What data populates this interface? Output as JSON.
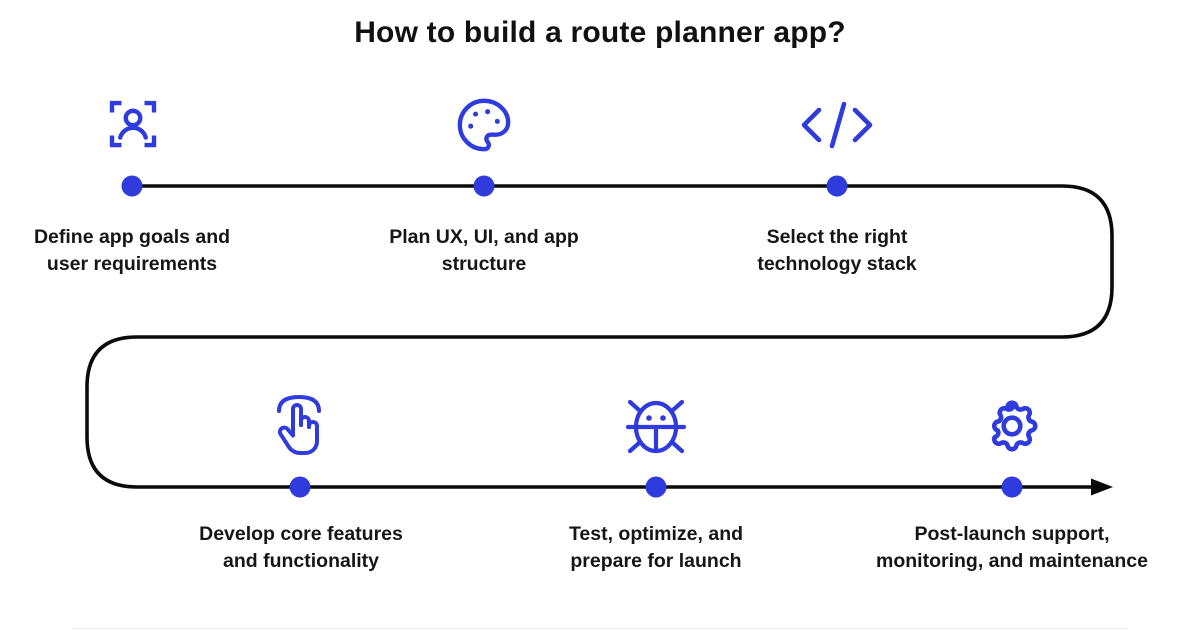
{
  "title": "How to build a route planner app?",
  "colors": {
    "accent_blue": "#2F3BDC",
    "route_line": "#0B0B0B",
    "label_text": "#161616"
  },
  "steps": [
    {
      "icon": "user-scan-icon",
      "line1": "Define app goals and",
      "line2": "user requirements"
    },
    {
      "icon": "palette-icon",
      "line1": "Plan UX, UI, and app",
      "line2": "structure"
    },
    {
      "icon": "code-icon",
      "line1": "Select the right",
      "line2": "technology stack"
    },
    {
      "icon": "tap-gesture-icon",
      "line1": "Develop core features",
      "line2": "and functionality"
    },
    {
      "icon": "bug-icon",
      "line1": "Test, optimize, and",
      "line2": "prepare for launch"
    },
    {
      "icon": "gear-icon",
      "line1": "Post-launch support,",
      "line2": "monitoring, and maintenance"
    }
  ]
}
